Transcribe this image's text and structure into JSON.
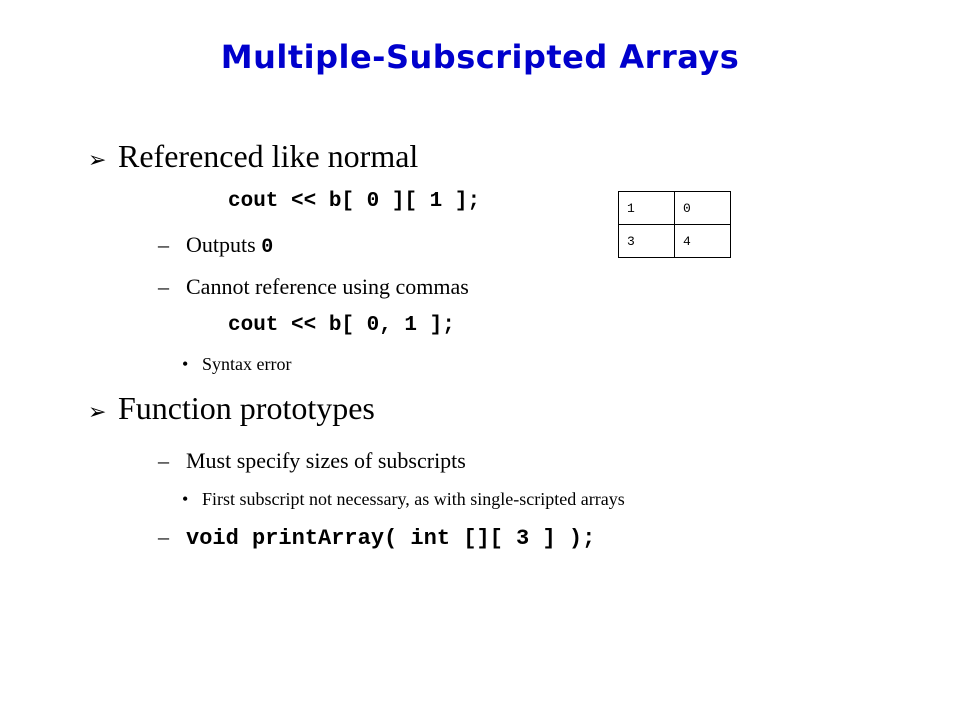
{
  "title": "Multiple-Subscripted Arrays",
  "bullet1": {
    "text": "Referenced like normal",
    "code": "cout << b[ 0 ][ 1 ];",
    "sub1_prefix": "Outputs ",
    "sub1_value": "0",
    "sub2": "Cannot reference using commas",
    "code2": "cout << b[ 0, 1 ];",
    "sub2_point": "Syntax error"
  },
  "grid": [
    [
      "1",
      "0"
    ],
    [
      "3",
      "4"
    ]
  ],
  "bullet2": {
    "text": "Function prototypes",
    "sub1": "Must specify sizes of subscripts",
    "sub1_point": "First subscript not necessary, as with single-scripted arrays",
    "sub2_code": "void printArray( int [][ 3 ] );"
  }
}
